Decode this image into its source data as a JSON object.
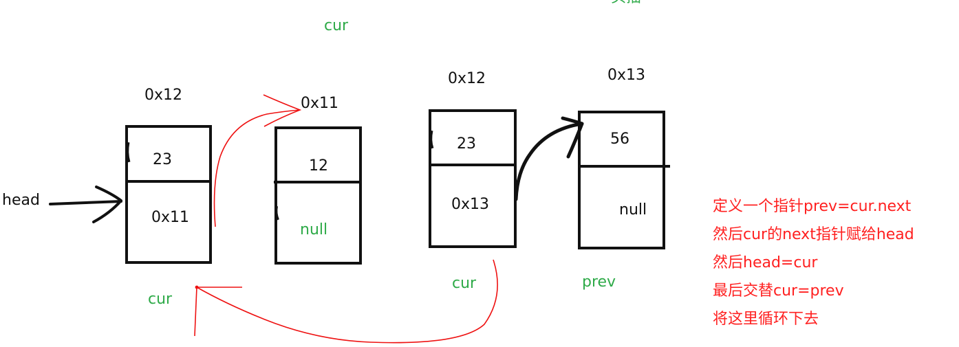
{
  "colors": {
    "ink": "#111111",
    "pointer_label": "#2eaa48",
    "annotation": "#ff2020"
  },
  "top_partial_text": "头插",
  "left_list": {
    "head_label": "head",
    "node1": {
      "address": "0x12",
      "data": "23",
      "next": "0x11"
    },
    "node2": {
      "address": "0x11",
      "data": "12",
      "next": "null"
    },
    "cur_label_top": "cur",
    "cur_label_bottom": "cur"
  },
  "right_list": {
    "node1": {
      "address": "0x12",
      "data": "23",
      "next": "0x13"
    },
    "node2": {
      "address": "0x13",
      "data": "56",
      "next": "null"
    },
    "cur_label": "cur",
    "prev_label": "prev"
  },
  "notes": [
    "定义一个指针prev=cur.next",
    "然后cur的next指针赋给head",
    "然后head=cur",
    "最后交替cur=prev",
    "将这里循环下去"
  ]
}
